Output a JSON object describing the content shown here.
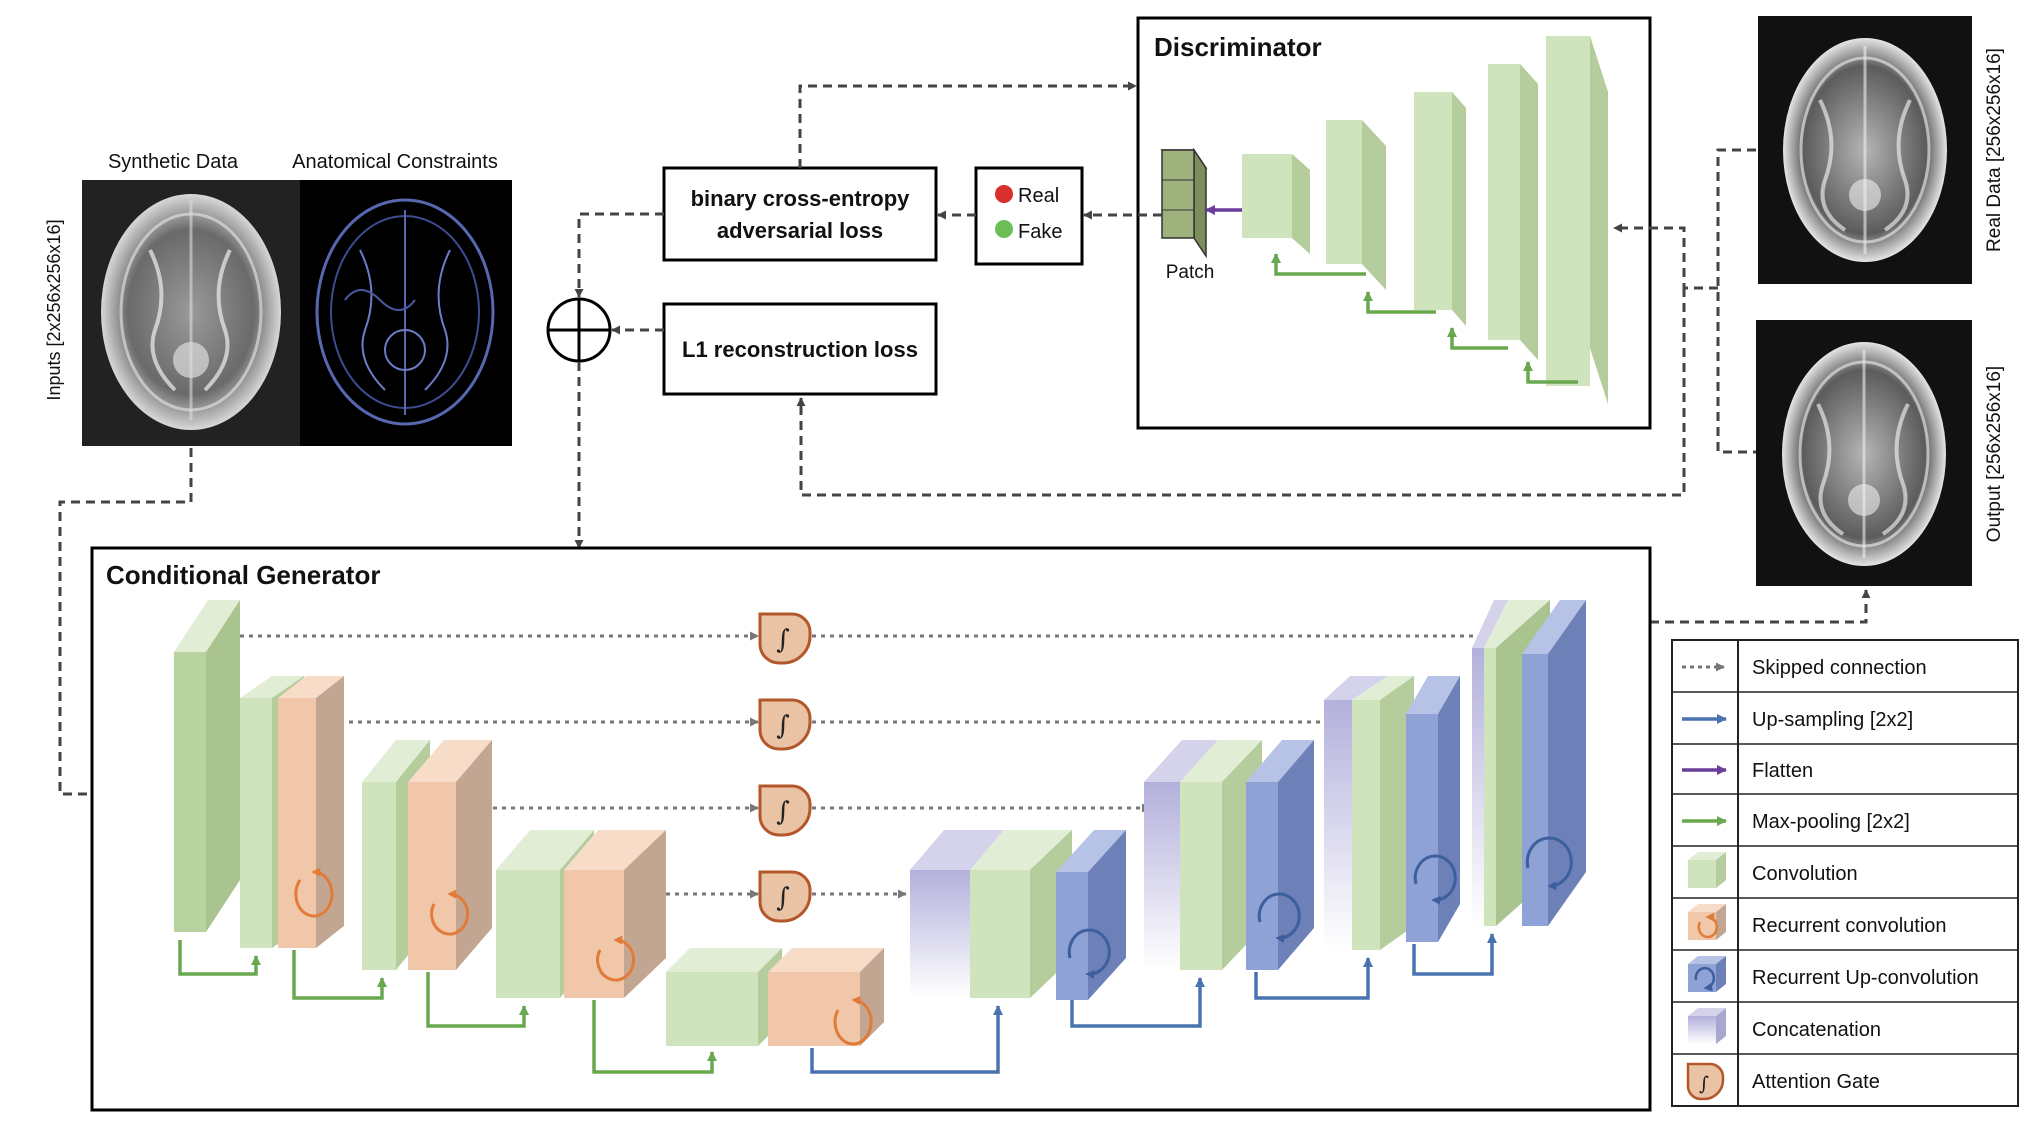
{
  "inputs": {
    "synthetic_title": "Synthetic Data",
    "anatomical_title": "Anatomical Constraints",
    "side_label": "Inputs [2x256x256x16]"
  },
  "losses": {
    "bce_line1": "binary cross-entropy",
    "bce_line2": "adversarial loss",
    "l1": "L1 reconstruction loss"
  },
  "real_fake": {
    "real": "Real",
    "fake": "Fake",
    "real_color": "#d9302b",
    "fake_color": "#6bbf59"
  },
  "discriminator": {
    "title": "Discriminator",
    "patch_label": "Patch"
  },
  "generator": {
    "title": "Conditional Generator"
  },
  "outputs": {
    "real_label": "Real Data [256x256x16]",
    "output_label": "Output [256x256x16]"
  },
  "legend": {
    "items": [
      {
        "icon": "skip-connection-icon",
        "label": "Skipped connection"
      },
      {
        "icon": "upsampling-arrow-icon",
        "label": "Up-sampling [2x2]"
      },
      {
        "icon": "flatten-arrow-icon",
        "label": "Flatten"
      },
      {
        "icon": "maxpool-arrow-icon",
        "label": "Max-pooling [2x2]"
      },
      {
        "icon": "convolution-block-icon",
        "label": "Convolution"
      },
      {
        "icon": "recurrent-convolution-icon",
        "label": "Recurrent convolution"
      },
      {
        "icon": "recurrent-upconvolution-icon",
        "label": "Recurrent Up-convolution"
      },
      {
        "icon": "concatenation-block-icon",
        "label": "Concatenation"
      },
      {
        "icon": "attention-gate-icon",
        "label": "Attention Gate"
      }
    ]
  },
  "colors": {
    "conv": "#cfe3bd",
    "recurrent_conv": "#f0c7a8",
    "recurrent_upconv": "#8ea2d6",
    "concatenation": "#c2bfe0",
    "maxpool_arrow": "#6aa84f",
    "upsample_arrow": "#4a72b0",
    "flatten_arrow": "#6a3d9a",
    "attention_gate": "#e9c3a4"
  }
}
